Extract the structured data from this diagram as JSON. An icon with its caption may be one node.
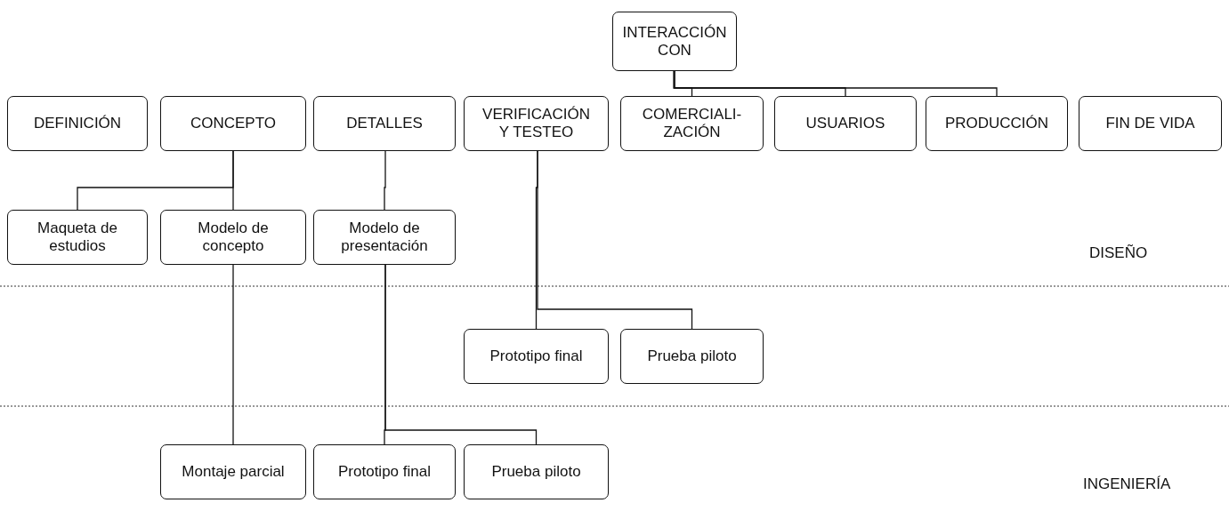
{
  "diagram": {
    "nodes": [
      {
        "text": [
          "INTERACCIÓN CON"
        ]
      },
      {
        "text": [
          "DEFINICIÓN"
        ]
      },
      {
        "text": [
          "CONCEPTO"
        ]
      },
      {
        "text": [
          "DETALLES"
        ]
      },
      {
        "text": [
          "VERIFICACIÓN Y TESTEO"
        ]
      },
      {
        "text": [
          "COMERCIALI-ZACIÓN"
        ]
      },
      {
        "text": [
          "USUARIOS"
        ]
      },
      {
        "text": [
          "PRODUCCIÓN"
        ]
      },
      {
        "text": [
          "FIN DE VIDA"
        ]
      },
      {
        "text": [
          "Maqueta de estudios"
        ]
      },
      {
        "text": [
          "Modelo de concepto"
        ]
      },
      {
        "text": [
          "Modelo de presentación"
        ]
      },
      {
        "text": [
          "Prototipo final"
        ]
      },
      {
        "text": [
          "Prueba piloto"
        ]
      },
      {
        "text": [
          "Montaje parcial"
        ]
      },
      {
        "text": [
          "Prototipo final"
        ]
      },
      {
        "text": [
          "Prueba piloto"
        ]
      }
    ],
    "edges": [
      {
        "from": 0,
        "to": 5,
        "arrow": "none"
      },
      {
        "from": 0,
        "to": 6,
        "arrow": "none"
      },
      {
        "from": 0,
        "to": 7,
        "arrow": "none"
      },
      {
        "from": 2,
        "to": 9,
        "arrow": "none"
      },
      {
        "from": 2,
        "to": 10,
        "arrow": "none"
      },
      {
        "from": 3,
        "to": 11,
        "arrow": "none"
      },
      {
        "from": 4,
        "to": 12,
        "arrow": "none"
      },
      {
        "from": 4,
        "to": 13,
        "arrow": "none"
      },
      {
        "from": 10,
        "to": 14,
        "arrow": "none"
      },
      {
        "from": 11,
        "to": 15,
        "arrow": "none"
      },
      {
        "from": 11,
        "to": 16,
        "arrow": "none"
      }
    ],
    "labels": [
      "DISEÑO",
      "INGENIERÍA"
    ]
  }
}
